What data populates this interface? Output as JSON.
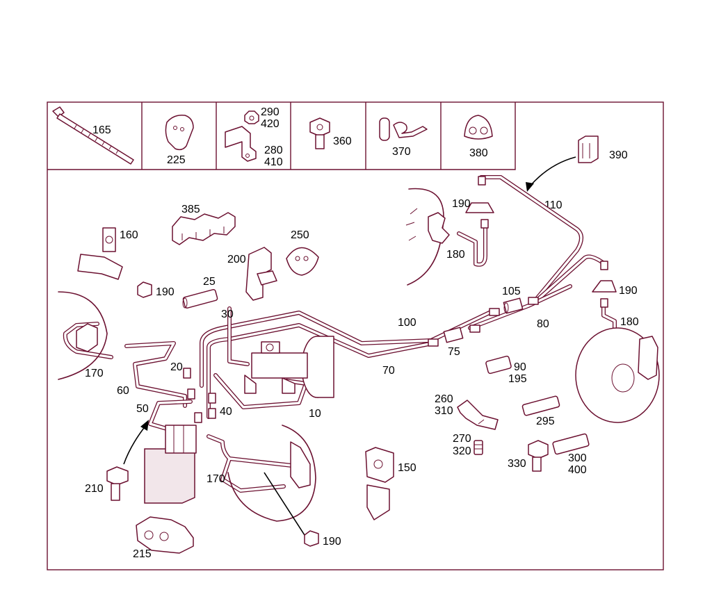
{
  "diagram": {
    "header_cells": [
      {
        "labels": [
          "165"
        ]
      },
      {
        "labels": [
          "225"
        ]
      },
      {
        "labels": [
          "290",
          "420",
          "280",
          "410"
        ]
      },
      {
        "labels": [
          "360"
        ]
      },
      {
        "labels": [
          "370"
        ]
      },
      {
        "labels": [
          "380"
        ]
      }
    ],
    "callouts": {
      "c390": "390",
      "c110": "110",
      "c190a": "190",
      "c180a": "180",
      "c385": "385",
      "c160": "160",
      "c250": "250",
      "c200": "200",
      "c190b": "190",
      "c25": "25",
      "c30": "30",
      "c100": "100",
      "c105": "105",
      "c80": "80",
      "c190c": "190",
      "c180b": "180",
      "c75": "75",
      "c70": "70",
      "c20": "20",
      "c170a": "170",
      "c60": "60",
      "c90": "90",
      "c195": "195",
      "c260": "260",
      "c310": "310",
      "c50": "50",
      "c40": "40",
      "c10": "10",
      "c295": "295",
      "c270": "270",
      "c320": "320",
      "c150": "150",
      "c330": "330",
      "c300": "300",
      "c400": "400",
      "c210": "210",
      "c170b": "170",
      "c215": "215",
      "c190d": "190"
    },
    "colors": {
      "line": "#6b1030",
      "text": "#000000",
      "background": "#ffffff"
    }
  }
}
